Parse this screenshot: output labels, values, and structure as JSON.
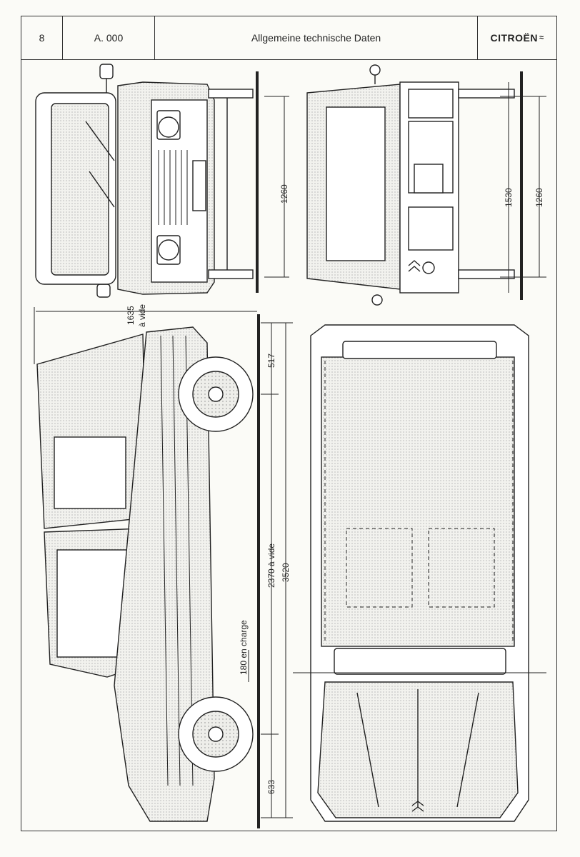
{
  "header": {
    "page_number": "8",
    "section_code": "A. 000",
    "title": "Allgemeine technische Daten",
    "brand": "CITROËN",
    "brand_mark": "chevrons-icon"
  },
  "dimensions": {
    "front_track": "1260",
    "rear_track": "1260",
    "rear_overall_width": "1530",
    "height_label": "1635",
    "height_condition": "à vide",
    "front_overhang": "517",
    "wheelbase": "2370 à vide",
    "overall_length": "3520",
    "ground_clearance": "180 en charge",
    "rear_overhang": "633"
  }
}
